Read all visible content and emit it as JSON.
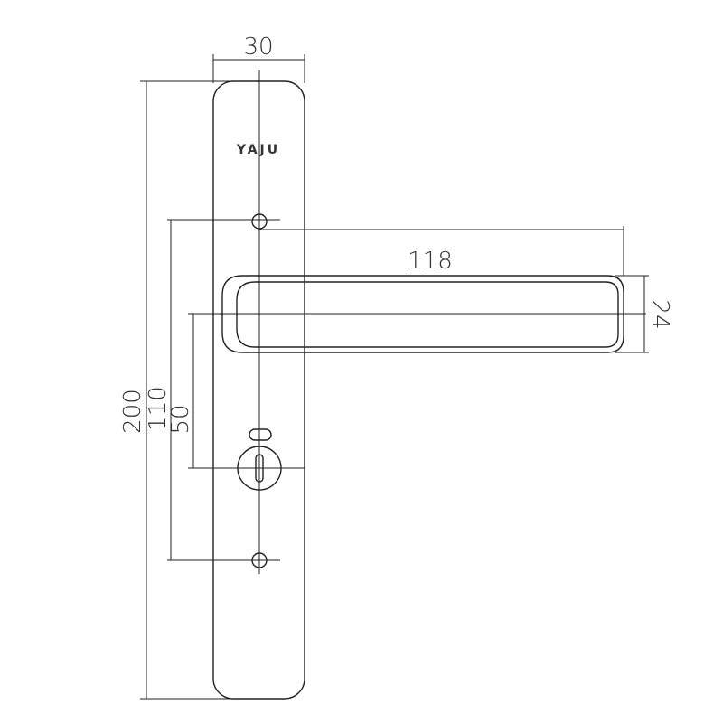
{
  "brand": "YAJU",
  "dimensions": {
    "plate_width": "30",
    "plate_height": "200",
    "screw_spacing": "110",
    "lever_to_key": "50",
    "lever_length": "118",
    "lever_height": "24"
  }
}
